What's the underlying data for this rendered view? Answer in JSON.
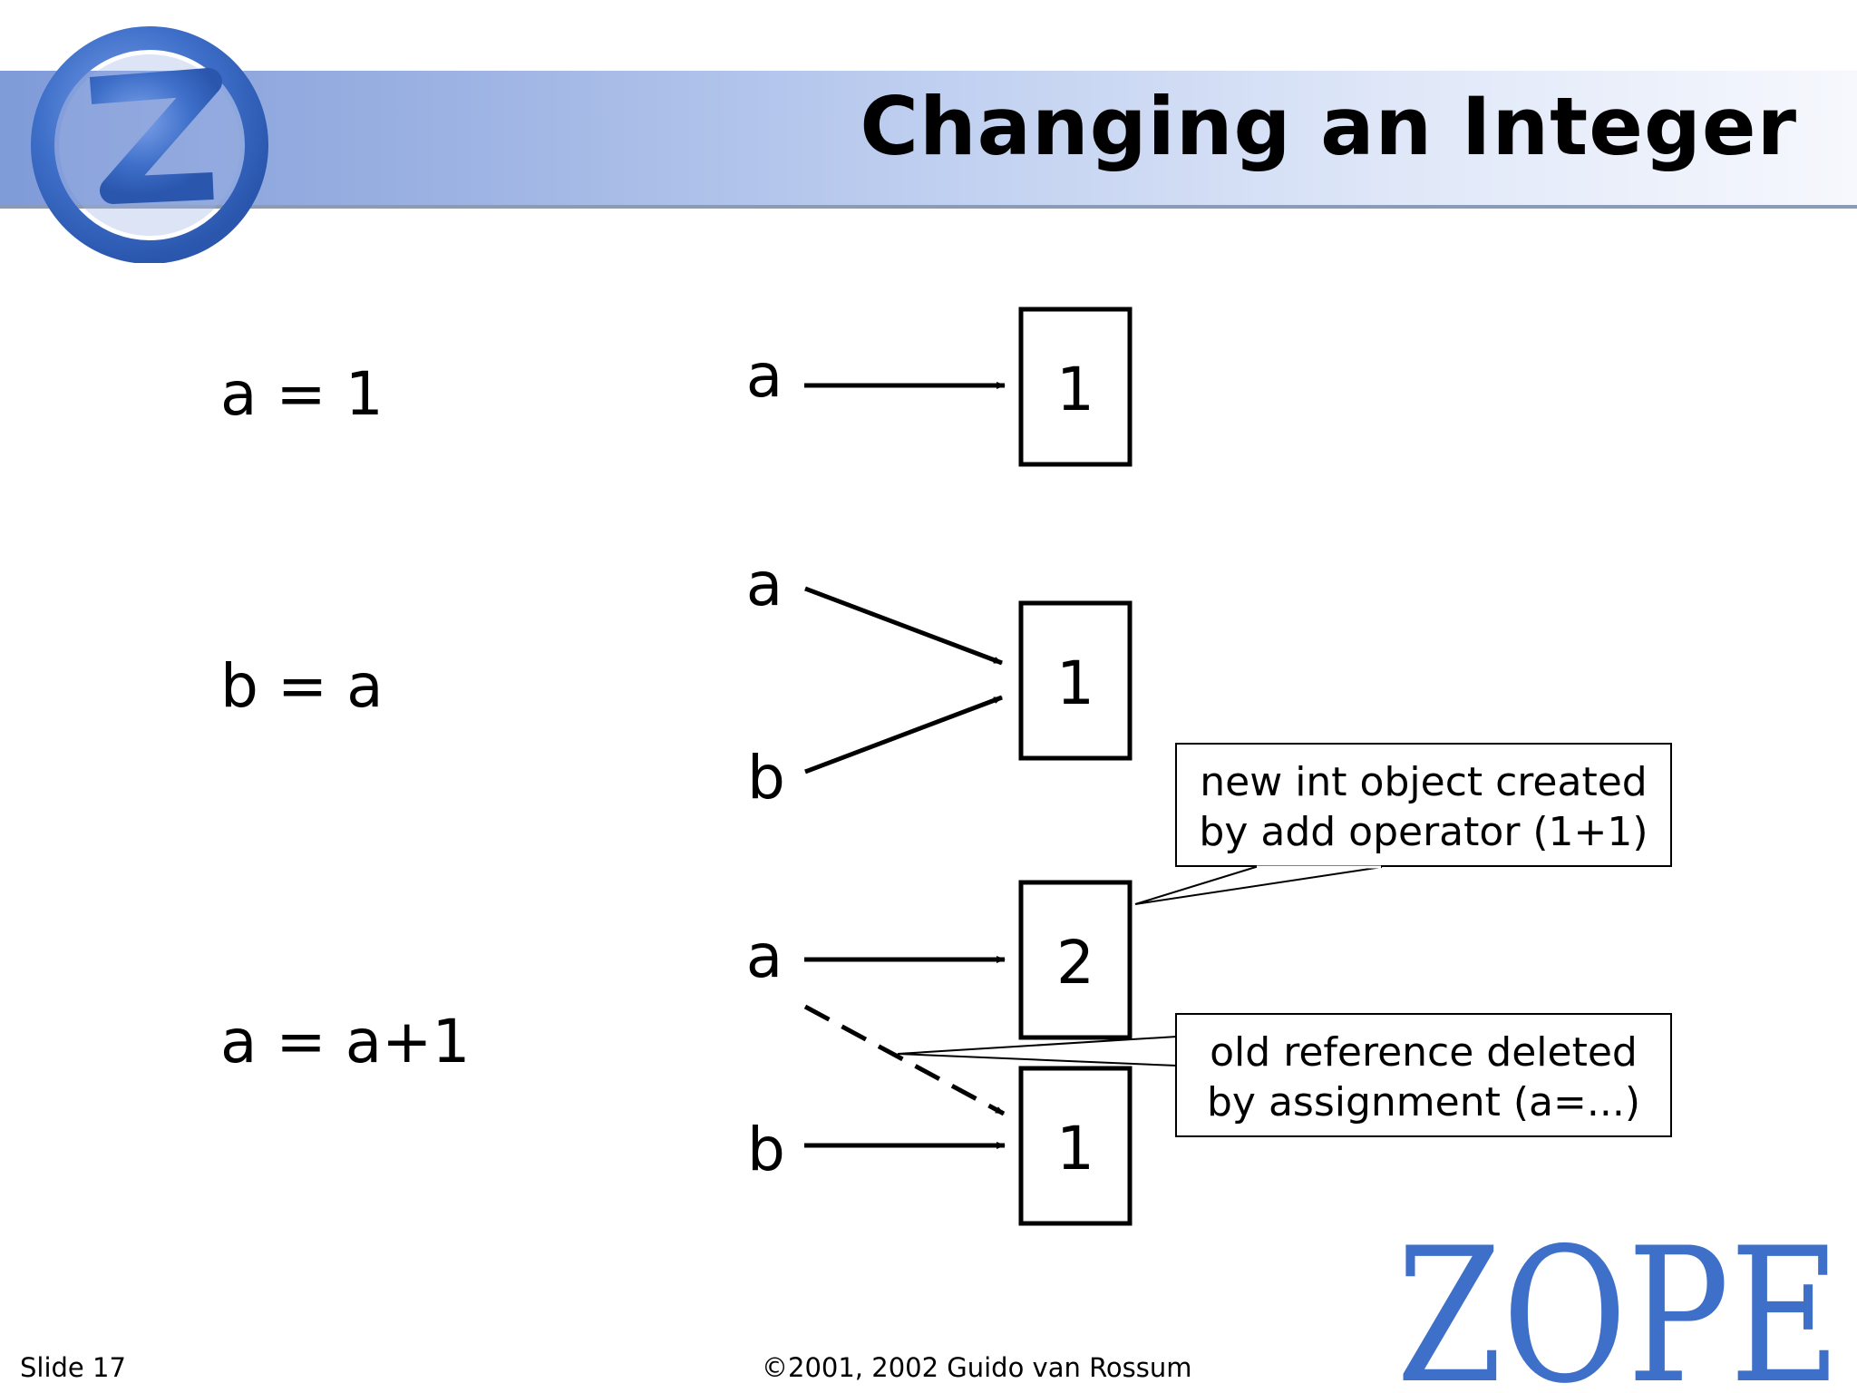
{
  "slide": {
    "title": "Changing an Integer",
    "footer_left": "Slide 17",
    "footer_center": "©2001, 2002 Guido van Rossum",
    "logo_text": "ZOPE",
    "accent_color": "#3e6fc9",
    "banner_color": "#9db3e3"
  },
  "steps": [
    {
      "code": "a = 1",
      "vars": [
        {
          "name": "a"
        }
      ],
      "objects": [
        {
          "value": "1"
        }
      ]
    },
    {
      "code": "b = a",
      "vars": [
        {
          "name": "a"
        },
        {
          "name": "b"
        }
      ],
      "objects": [
        {
          "value": "1"
        }
      ]
    },
    {
      "code": "a = a+1",
      "vars": [
        {
          "name": "a"
        },
        {
          "name": "b"
        }
      ],
      "objects": [
        {
          "value": "2"
        },
        {
          "value": "1"
        }
      ]
    }
  ],
  "callouts": {
    "new_object": {
      "line1": "new int object created",
      "line2": "by add operator (1+1)"
    },
    "old_reference": {
      "line1": "old reference deleted",
      "line2": "by assignment (a=...)"
    }
  }
}
